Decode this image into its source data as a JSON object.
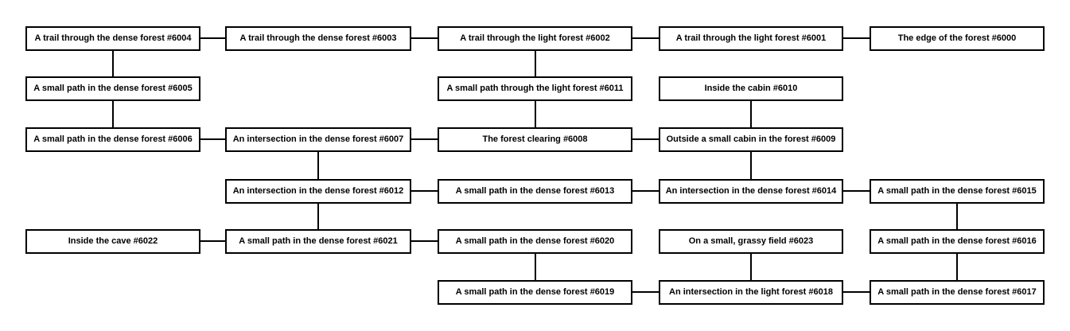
{
  "diagram": {
    "title": "forest-area-room-map",
    "colors": {
      "background": "#ffffff",
      "node_fill": "#ffffff",
      "node_border": "#000000",
      "edge_line": "#000000",
      "label_text": "#000000"
    },
    "nodes": [
      {
        "id": "6004",
        "label": "A trail through the dense forest #6004",
        "col": 0,
        "row": 0
      },
      {
        "id": "6003",
        "label": "A trail through the dense forest #6003",
        "col": 1,
        "row": 0
      },
      {
        "id": "6002",
        "label": "A trail through the light forest #6002",
        "col": 2,
        "row": 0
      },
      {
        "id": "6001",
        "label": "A trail through the light forest #6001",
        "col": 3,
        "row": 0
      },
      {
        "id": "6000",
        "label": "The edge of the forest #6000",
        "col": 4,
        "row": 0
      },
      {
        "id": "6005",
        "label": "A small path in the dense forest #6005",
        "col": 0,
        "row": 1
      },
      {
        "id": "6011",
        "label": "A small path through the light forest #6011",
        "col": 2,
        "row": 1
      },
      {
        "id": "6010",
        "label": "Inside the cabin #6010",
        "col": 3,
        "row": 1
      },
      {
        "id": "6006",
        "label": "A small path in the dense forest #6006",
        "col": 0,
        "row": 2
      },
      {
        "id": "6007",
        "label": "An intersection in the dense forest #6007",
        "col": 1,
        "row": 2
      },
      {
        "id": "6008",
        "label": "The forest clearing #6008",
        "col": 2,
        "row": 2
      },
      {
        "id": "6009",
        "label": "Outside a small cabin in the forest #6009",
        "col": 3,
        "row": 2
      },
      {
        "id": "6012",
        "label": "An intersection in the dense forest #6012",
        "col": 1,
        "row": 3
      },
      {
        "id": "6013",
        "label": "A small path in the dense forest #6013",
        "col": 2,
        "row": 3
      },
      {
        "id": "6014",
        "label": "An intersection in the dense forest #6014",
        "col": 3,
        "row": 3
      },
      {
        "id": "6015",
        "label": "A small path in the dense forest #6015",
        "col": 4,
        "row": 3
      },
      {
        "id": "6022",
        "label": "Inside the cave #6022",
        "col": 0,
        "row": 4
      },
      {
        "id": "6021",
        "label": "A small path in the dense forest #6021",
        "col": 1,
        "row": 4
      },
      {
        "id": "6020",
        "label": "A small path in the dense forest #6020",
        "col": 2,
        "row": 4
      },
      {
        "id": "6023",
        "label": "On a small, grassy field #6023",
        "col": 3,
        "row": 4
      },
      {
        "id": "6016",
        "label": "A small path in the dense forest #6016",
        "col": 4,
        "row": 4
      },
      {
        "id": "6019",
        "label": "A small path in the dense forest #6019",
        "col": 2,
        "row": 5
      },
      {
        "id": "6018",
        "label": "An intersection in the light forest #6018",
        "col": 3,
        "row": 5
      },
      {
        "id": "6017",
        "label": "A small path in the dense forest #6017",
        "col": 4,
        "row": 5
      }
    ],
    "edges": [
      {
        "from": "6004",
        "to": "6003"
      },
      {
        "from": "6003",
        "to": "6002"
      },
      {
        "from": "6002",
        "to": "6001"
      },
      {
        "from": "6001",
        "to": "6000"
      },
      {
        "from": "6004",
        "to": "6005"
      },
      {
        "from": "6005",
        "to": "6006"
      },
      {
        "from": "6002",
        "to": "6011"
      },
      {
        "from": "6011",
        "to": "6008"
      },
      {
        "from": "6010",
        "to": "6009"
      },
      {
        "from": "6006",
        "to": "6007"
      },
      {
        "from": "6007",
        "to": "6008"
      },
      {
        "from": "6008",
        "to": "6009"
      },
      {
        "from": "6007",
        "to": "6012"
      },
      {
        "from": "6012",
        "to": "6013"
      },
      {
        "from": "6013",
        "to": "6014"
      },
      {
        "from": "6014",
        "to": "6015"
      },
      {
        "from": "6009",
        "to": "6014"
      },
      {
        "from": "6012",
        "to": "6021"
      },
      {
        "from": "6015",
        "to": "6016"
      },
      {
        "from": "6022",
        "to": "6021"
      },
      {
        "from": "6021",
        "to": "6020"
      },
      {
        "from": "6020",
        "to": "6019"
      },
      {
        "from": "6023",
        "to": "6018"
      },
      {
        "from": "6016",
        "to": "6017"
      },
      {
        "from": "6019",
        "to": "6018"
      },
      {
        "from": "6018",
        "to": "6017"
      }
    ]
  }
}
